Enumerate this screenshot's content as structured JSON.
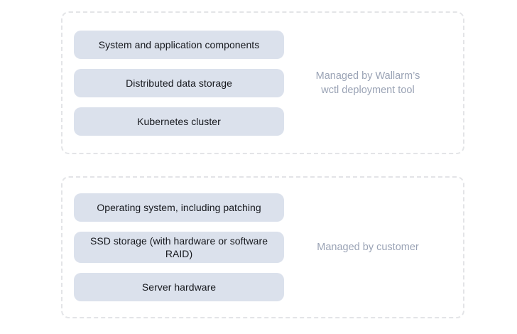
{
  "diagram": {
    "type": "shared-responsibility-layers",
    "background_color": "#ffffff",
    "pill_color": "#dbe1ec",
    "pill_text_color": "#16181d",
    "caption_color": "#9aa3b5",
    "border_color": "#e3e4e7",
    "groups": [
      {
        "id": "wallarm-managed",
        "caption": "Managed by Wallarm’s\nwctl deployment tool",
        "layers": [
          {
            "label": "System and application components"
          },
          {
            "label": "Distributed data storage"
          },
          {
            "label": "Kubernetes cluster"
          }
        ]
      },
      {
        "id": "customer-managed",
        "caption": "Managed by customer",
        "layers": [
          {
            "label": "Operating system, including patching"
          },
          {
            "label": "SSD storage (with hardware or software RAID)"
          },
          {
            "label": "Server hardware"
          }
        ]
      }
    ]
  }
}
